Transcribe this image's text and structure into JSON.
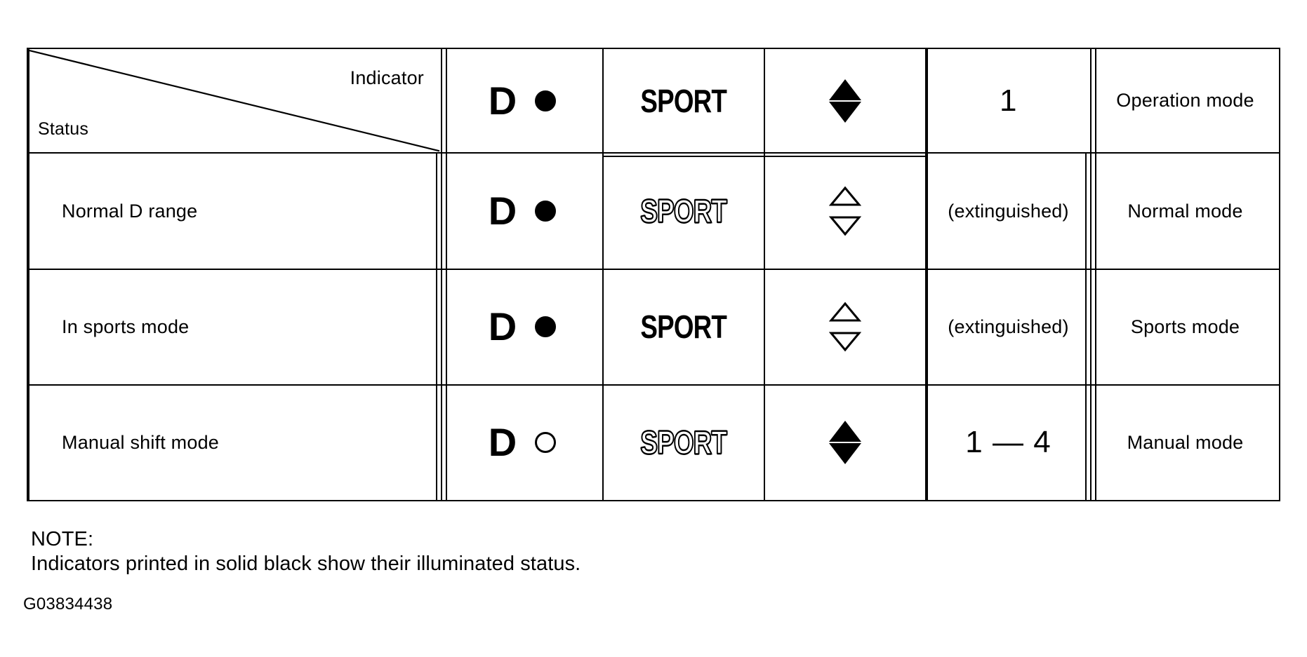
{
  "table": {
    "corner": {
      "indicator_label": "Indicator",
      "status_label": "Status"
    },
    "headers": {
      "d_lamp": {
        "letter": "D",
        "lamp": "filled-circle-icon"
      },
      "sport": "SPORT",
      "arrows": "up-down-triangle-icon",
      "gear": "1",
      "mode": "Operation mode"
    },
    "rows": [
      {
        "status": "Normal D range",
        "d_letter": "D",
        "lamp_state": "on",
        "sport_text": "SPORT",
        "sport_state": "outline",
        "arrows_state": "outline",
        "gear": "(extinguished)",
        "mode": "Normal mode"
      },
      {
        "status": "In sports mode",
        "d_letter": "D",
        "lamp_state": "on",
        "sport_text": "SPORT",
        "sport_state": "solid",
        "arrows_state": "outline",
        "gear": "(extinguished)",
        "mode": "Sports mode"
      },
      {
        "status": "Manual shift mode",
        "d_letter": "D",
        "lamp_state": "off",
        "sport_text": "SPORT",
        "sport_state": "outline",
        "arrows_state": "solid",
        "gear": "1 — 4",
        "mode": "Manual mode"
      }
    ]
  },
  "note": {
    "title": "NOTE:",
    "body": "Indicators printed in solid black show their illuminated status."
  },
  "doc_id": "G03834438",
  "colors": {
    "ink": "#000000",
    "paper": "#ffffff"
  }
}
